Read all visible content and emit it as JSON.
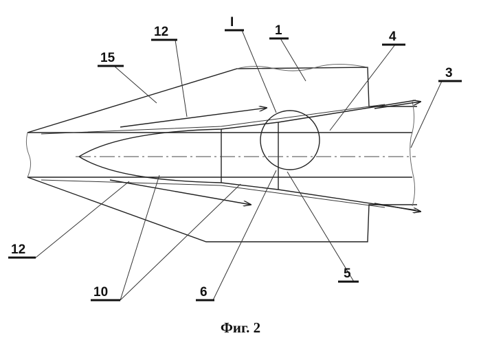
{
  "figure": {
    "caption": "Фиг. 2",
    "labels": {
      "l1": "1",
      "l3": "3",
      "l4": "4",
      "l5": "5",
      "l6": "6",
      "l10": "10",
      "l12_top": "12",
      "l12_bottom": "12",
      "l15": "15",
      "detail": "I"
    }
  }
}
